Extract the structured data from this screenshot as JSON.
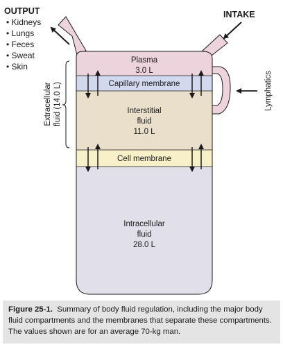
{
  "output": {
    "title": "OUTPUT",
    "items": [
      "• Kidneys",
      "• Lungs",
      "• Feces",
      "• Sweat",
      "• Skin"
    ]
  },
  "intake": {
    "title": "INTAKE"
  },
  "lymphatics": {
    "label": "Lymphatics"
  },
  "extracellular": {
    "line1": "Extracellular",
    "line2": "fluid (14.0 L)"
  },
  "compartments": {
    "plasma": {
      "name": "Plasma",
      "volume": "3.0 L"
    },
    "capillary": {
      "name": "Capillary membrane"
    },
    "interstitial": {
      "line1": "Interstitial",
      "line2": "fluid",
      "volume": "11.0 L"
    },
    "cell": {
      "name": "Cell membrane"
    },
    "intracellular": {
      "line1": "Intracellular",
      "line2": "fluid",
      "volume": "28.0 L"
    }
  },
  "colors": {
    "plasma": "#ecd3dc",
    "capillary": "#d2d8ee",
    "interstitial": "#e9dfcb",
    "cell": "#f7f0c8",
    "intracellular": "#e0dfea",
    "caption_bg": "#e4e4e4"
  },
  "caption": {
    "label": "Figure 25-1.",
    "text": "Summary of body fluid regulation, including the major body fluid compartments and the membranes that separate these compartments. The values shown are for an average 70-kg man."
  }
}
